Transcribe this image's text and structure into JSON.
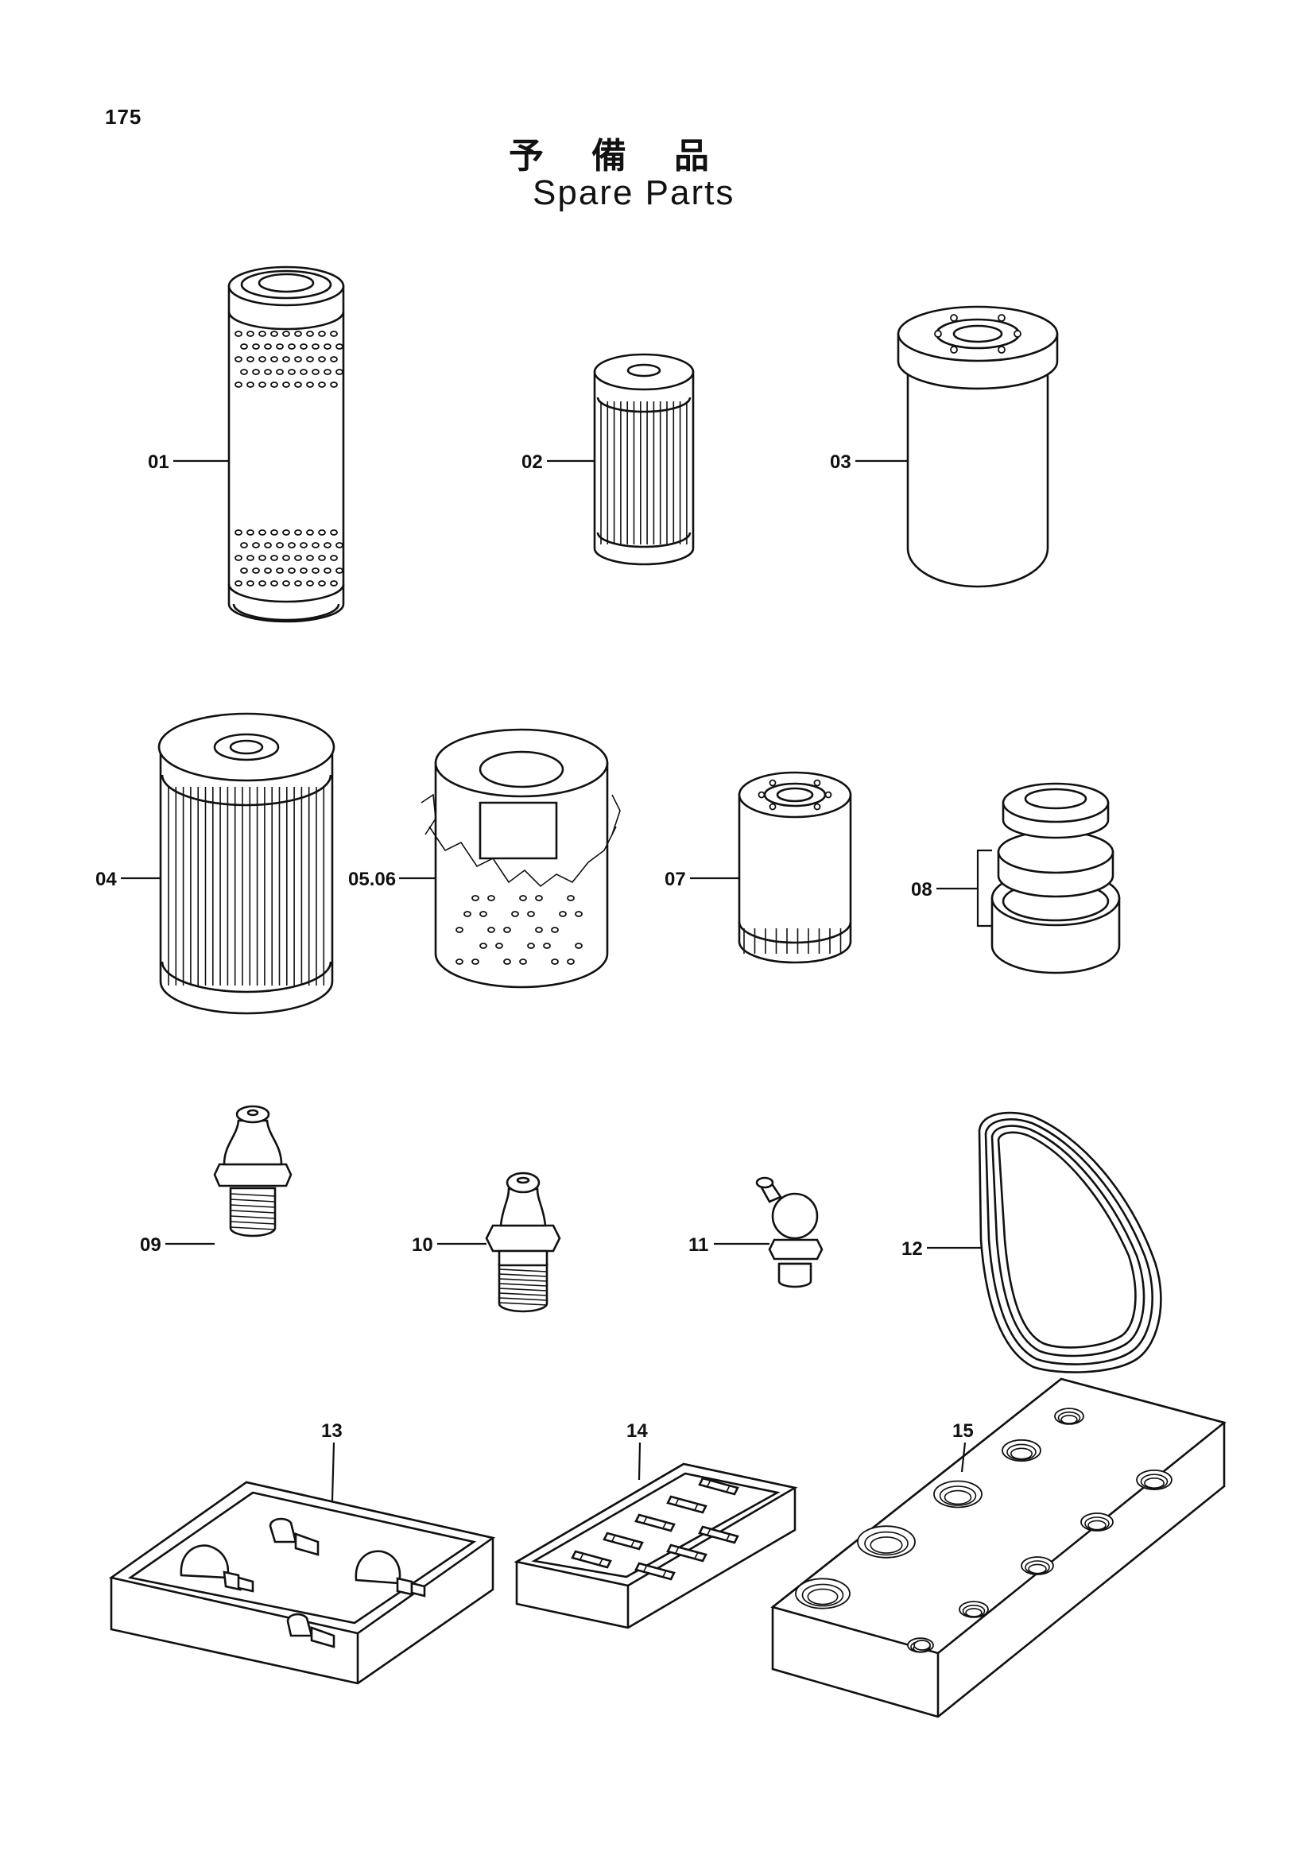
{
  "page_number": "175",
  "title_ja": "予備品",
  "title_en": "Spare Parts",
  "callouts": [
    "01",
    "02",
    "03",
    "04",
    "05.06",
    "07",
    "08",
    "09",
    "10",
    "11",
    "12",
    "13",
    "14",
    "15"
  ]
}
